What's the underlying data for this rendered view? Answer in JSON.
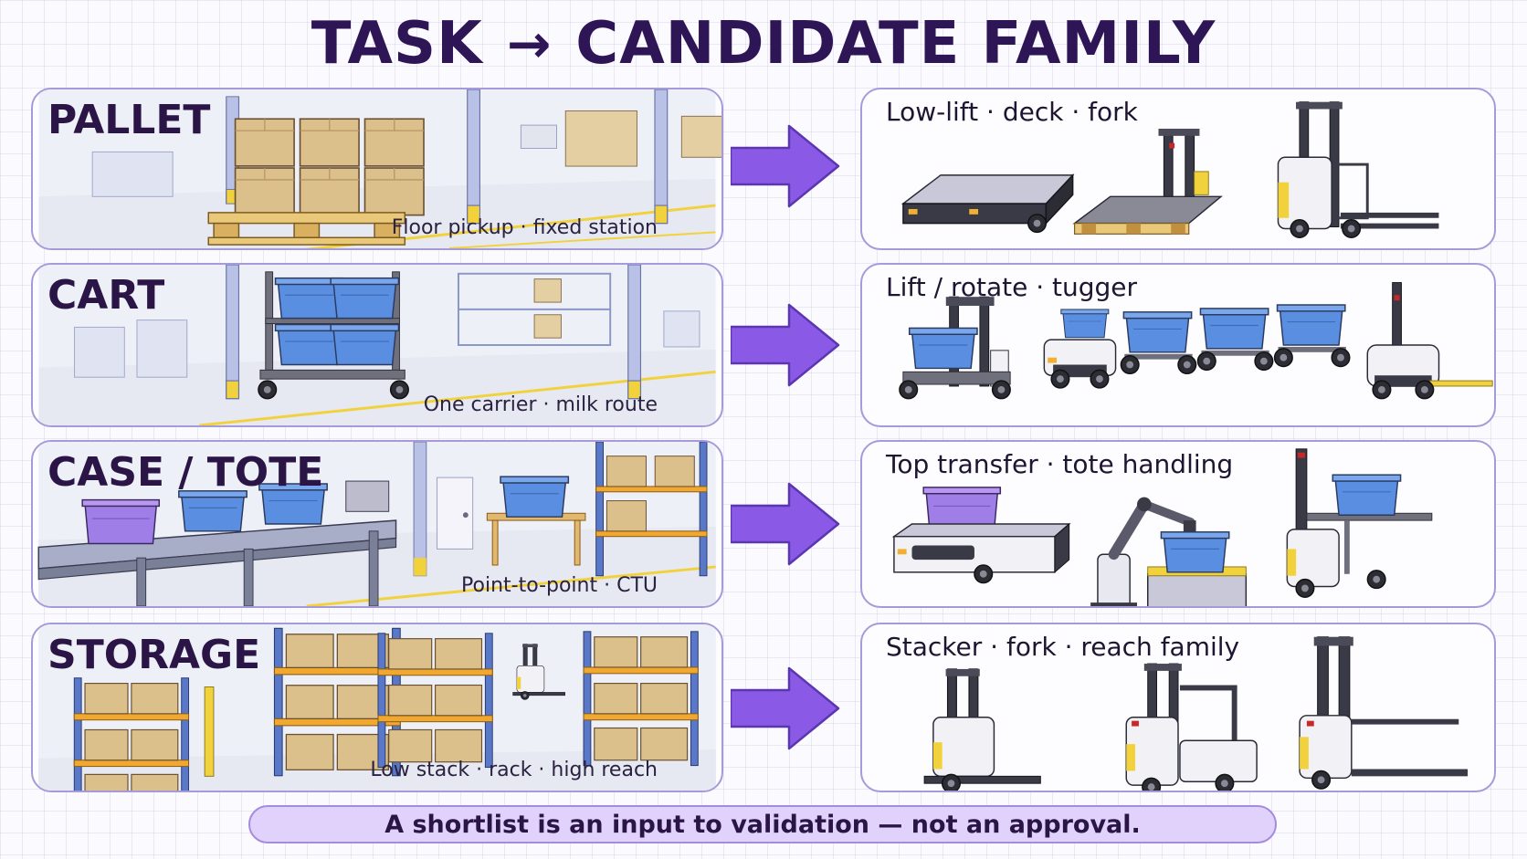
{
  "title": {
    "left": "TASK",
    "arrow": "→",
    "right": "CANDIDATE FAMILY"
  },
  "rows": [
    {
      "task": "PALLET",
      "caption": "Floor pickup · fixed station",
      "candidates": "Low-lift · deck · fork"
    },
    {
      "task": "CART",
      "caption": "One carrier · milk route",
      "candidates": "Lift / rotate · tugger"
    },
    {
      "task": "CASE / TOTE",
      "caption": "Point-to-point · CTU",
      "candidates": "Top transfer · tote handling"
    },
    {
      "task": "STORAGE",
      "caption": "Low stack · rack · high reach",
      "candidates": "Stacker · fork · reach family"
    }
  ],
  "footer": "A shortlist is an input to validation — not an approval.",
  "colors": {
    "title": "#2e1656",
    "panel_border": "#a79ad8",
    "arrow_fill": "#8a5ae6",
    "footer_bg": "#e0d2fb",
    "cardboard": "#dcc08c",
    "tote_blue": "#5a8ee0",
    "tote_purple": "#a07ee8",
    "rack_orange": "#f0a830",
    "accent_yellow": "#f2d23c"
  },
  "icons": {
    "flow_arrow": "right-arrow-icon"
  }
}
